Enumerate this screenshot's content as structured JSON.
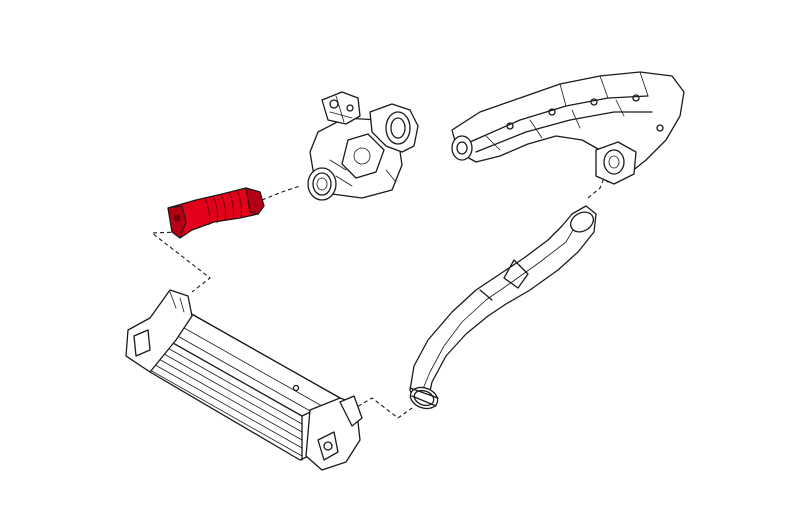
{
  "colors": {
    "background": "#ffffff",
    "outline": "#1a1a1a",
    "highlight_part": "#e3001b",
    "highlight_part_shade": "#b30015"
  },
  "parts": [
    {
      "id": "turbocharger"
    },
    {
      "id": "intake-hose",
      "highlighted": true
    },
    {
      "id": "intercooler"
    },
    {
      "id": "intake-manifold"
    },
    {
      "id": "charge-air-pipe"
    }
  ]
}
